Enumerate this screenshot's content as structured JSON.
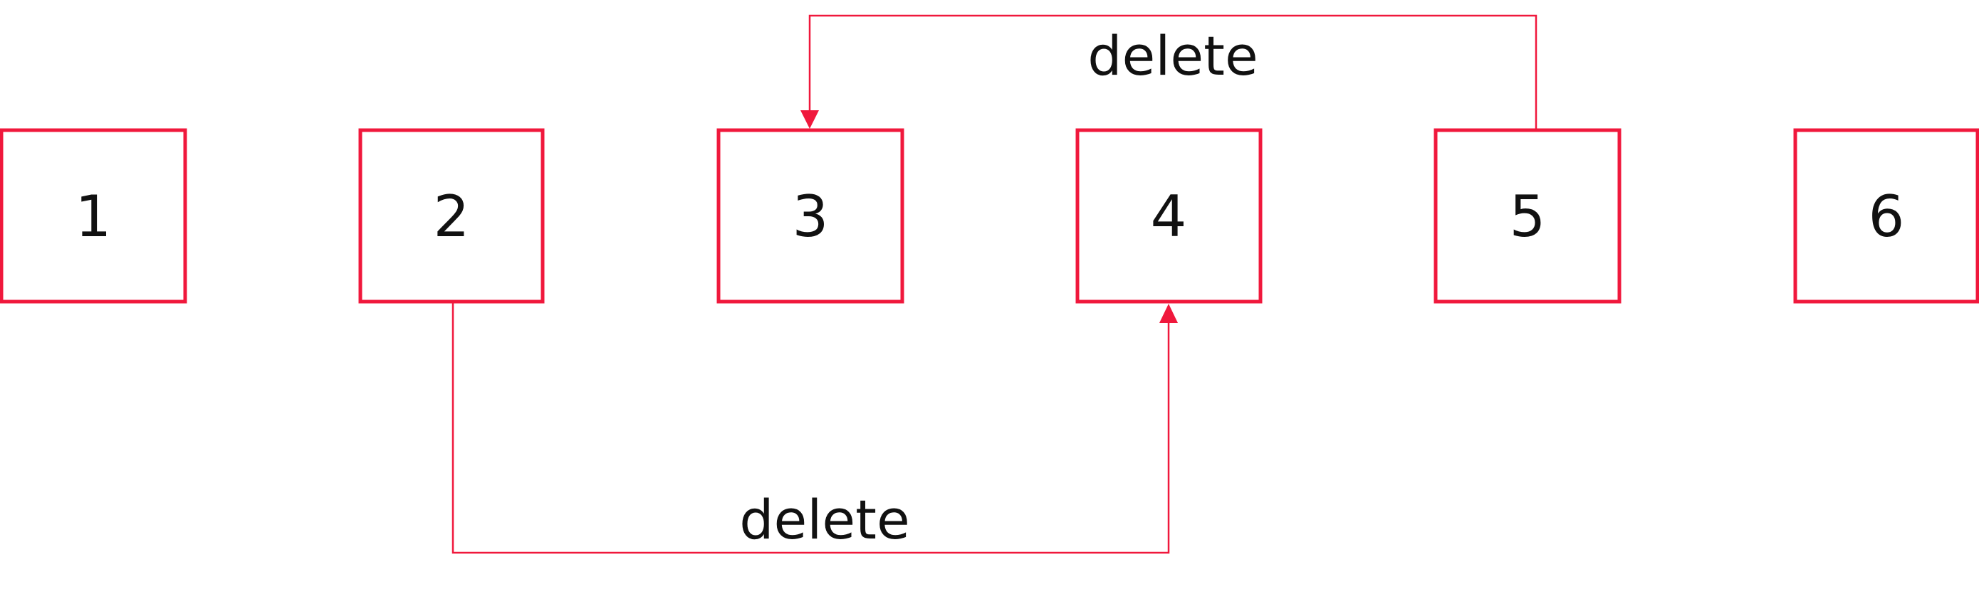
{
  "colors": {
    "accent": "#F0183C",
    "text": "#111111",
    "background": "#ffffff"
  },
  "nodes": [
    {
      "label": "1"
    },
    {
      "label": "2"
    },
    {
      "label": "3"
    },
    {
      "label": "4"
    },
    {
      "label": "5"
    },
    {
      "label": "6"
    }
  ],
  "edges": [
    {
      "from": "5",
      "to": "3",
      "label": "delete"
    },
    {
      "from": "2",
      "to": "4",
      "label": "delete"
    }
  ]
}
